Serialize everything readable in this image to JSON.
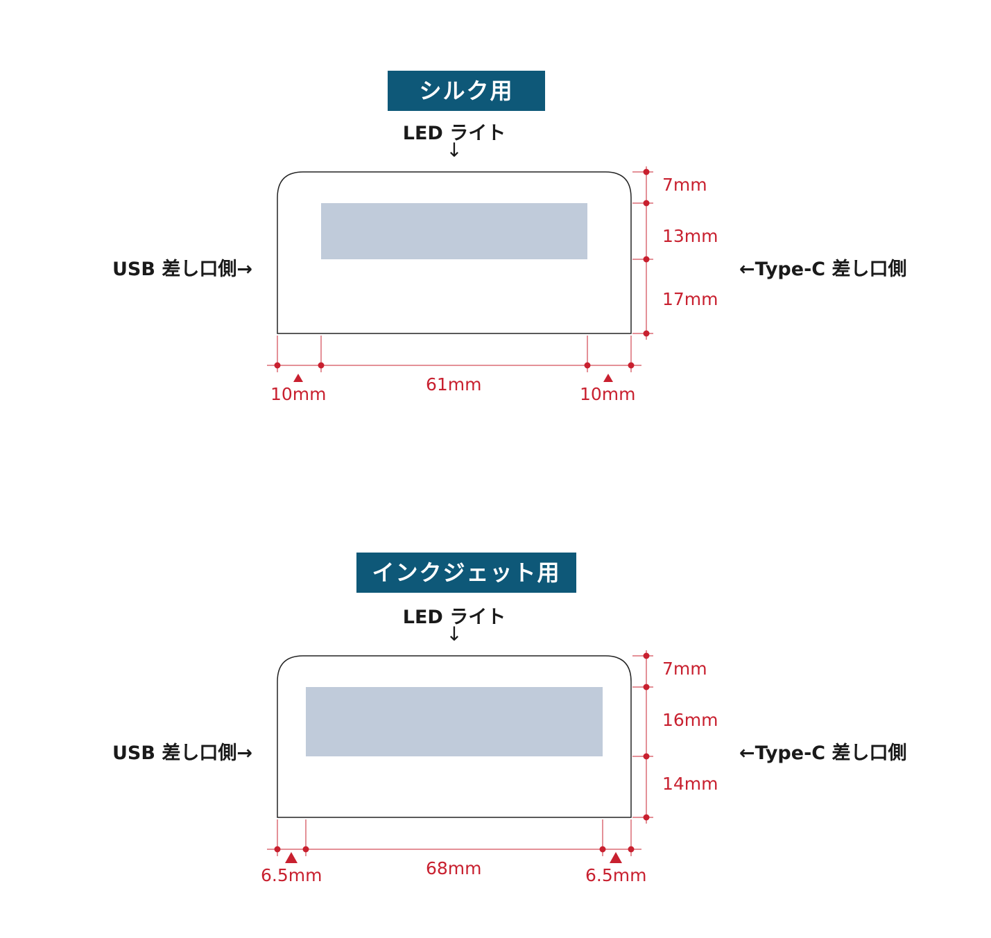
{
  "colors": {
    "tag_bg": "#0e5878",
    "dimension": "#c8202f",
    "print_area": "#c0cbda",
    "outline": "#222222"
  },
  "panels": [
    {
      "title": "シルク用",
      "led_label": "LED ライト",
      "led_arrow": "↓",
      "left_label": "USB 差し口側→",
      "right_label": "←Type-C 差し口側",
      "vertical_dims": [
        "7mm",
        "13mm",
        "17mm"
      ],
      "horizontal_dims": [
        "10mm",
        "61mm",
        "10mm"
      ]
    },
    {
      "title": "インクジェット用",
      "led_label": "LED ライト",
      "led_arrow": "↓",
      "left_label": "USB 差し口側→",
      "right_label": "←Type-C 差し口側",
      "vertical_dims": [
        "7mm",
        "16mm",
        "14mm"
      ],
      "horizontal_dims": [
        "6.5mm",
        "68mm",
        "6.5mm"
      ]
    }
  ]
}
